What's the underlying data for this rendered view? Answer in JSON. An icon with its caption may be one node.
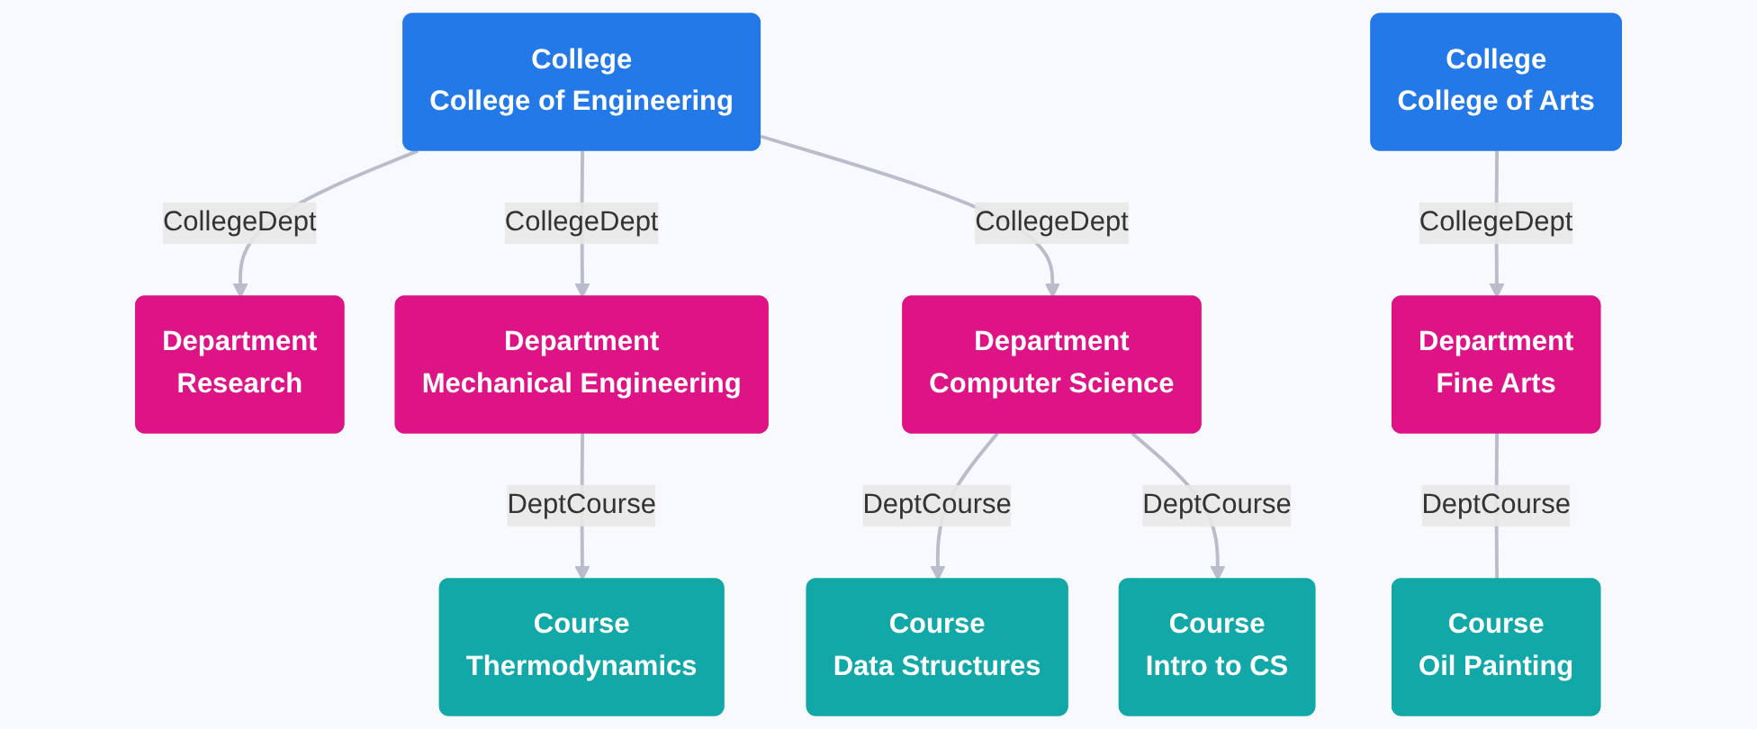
{
  "diagram": {
    "nodes": [
      {
        "text": [
          "College",
          "College of Engineering"
        ]
      },
      {
        "text": [
          "College",
          "College of Arts"
        ]
      },
      {
        "text": [
          "Department",
          "Research"
        ]
      },
      {
        "text": [
          "Department",
          "Mechanical Engineering"
        ]
      },
      {
        "text": [
          "Department",
          "Computer Science"
        ]
      },
      {
        "text": [
          "Department",
          "Fine Arts"
        ]
      },
      {
        "text": [
          "Course",
          "Thermodynamics"
        ]
      },
      {
        "text": [
          "Course",
          "Data Structures"
        ]
      },
      {
        "text": [
          "Course",
          "Intro to CS"
        ]
      },
      {
        "text": [
          "Course",
          "Oil Painting"
        ]
      }
    ],
    "edges": [
      {
        "from": 0,
        "to": 2,
        "arrow": "to",
        "label": "CollegeDept"
      },
      {
        "from": 0,
        "to": 3,
        "arrow": "to",
        "label": "CollegeDept"
      },
      {
        "from": 0,
        "to": 4,
        "arrow": "to",
        "label": "CollegeDept"
      },
      {
        "from": 1,
        "to": 5,
        "arrow": "to",
        "label": "CollegeDept"
      },
      {
        "from": 3,
        "to": 6,
        "arrow": "to",
        "label": "DeptCourse"
      },
      {
        "from": 4,
        "to": 7,
        "arrow": "to",
        "label": "DeptCourse"
      },
      {
        "from": 4,
        "to": 8,
        "arrow": "to",
        "label": "DeptCourse"
      },
      {
        "from": 5,
        "to": 9,
        "arrow": "none",
        "label": "DeptCourse"
      }
    ]
  }
}
